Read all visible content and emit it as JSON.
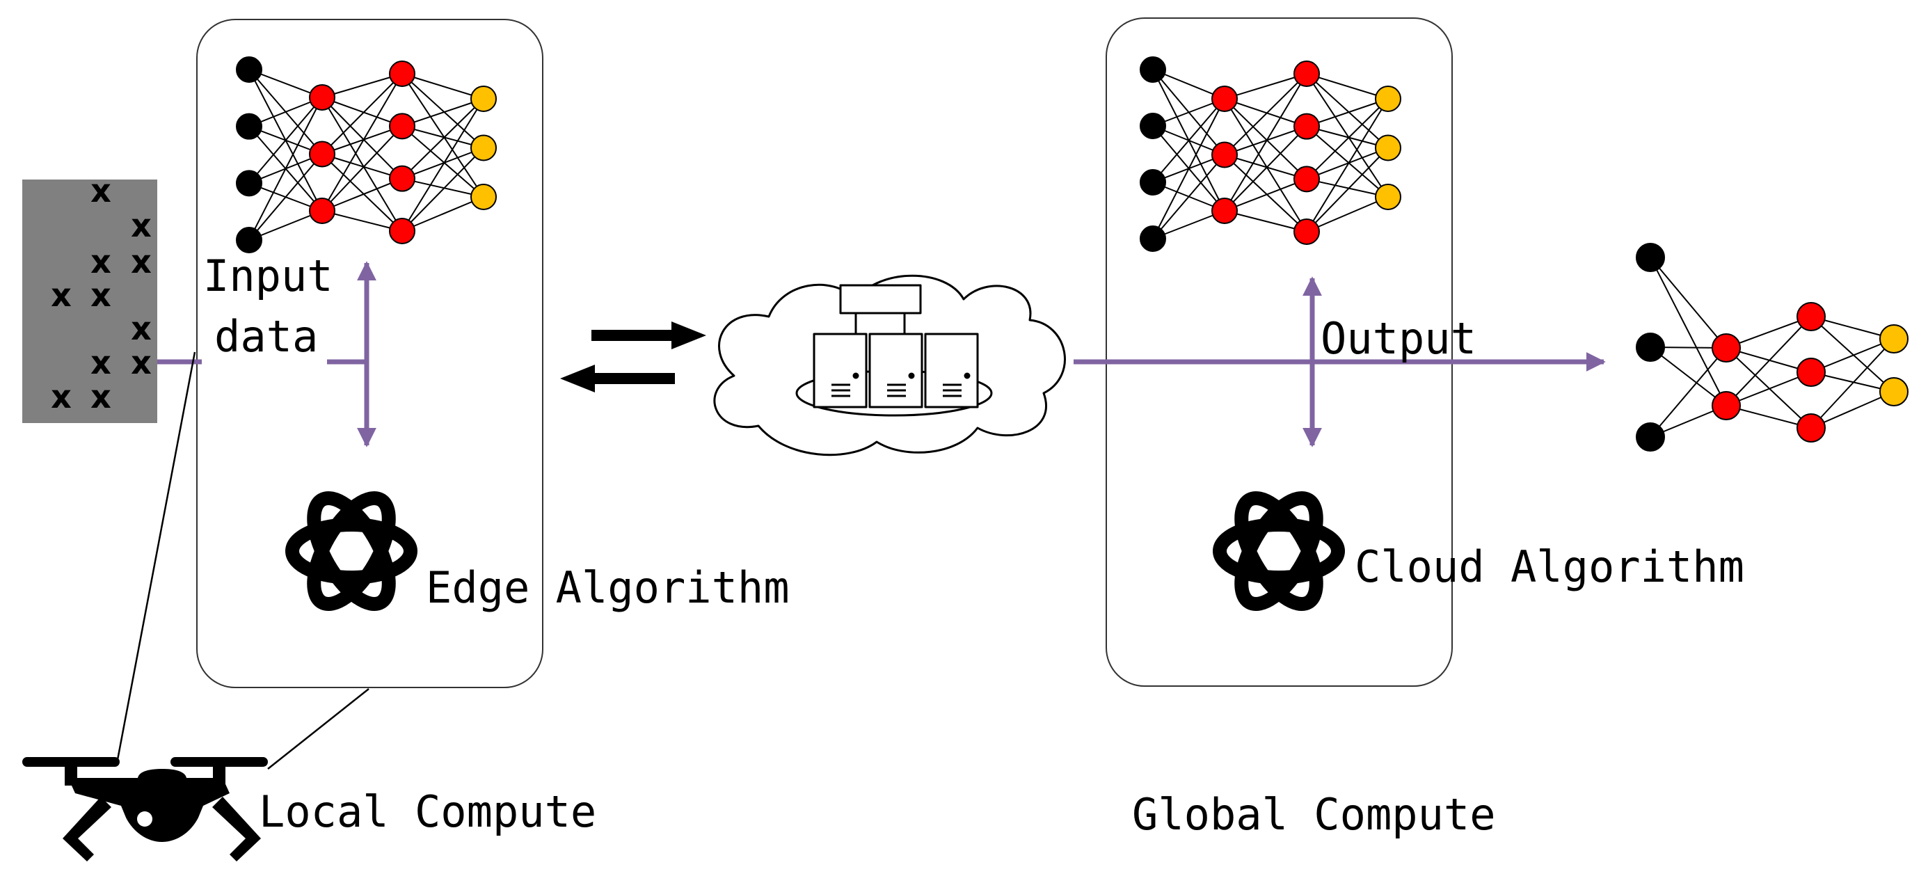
{
  "labels": {
    "input_line1": "Input",
    "input_line2": "data",
    "edge_algorithm": "Edge Algorithm",
    "cloud_algorithm": "Cloud Algorithm",
    "output": "Output",
    "local_compute": "Local Compute",
    "global_compute": "Global Compute"
  },
  "input_marker": "x",
  "colors": {
    "input_node": "#000000",
    "hidden_node": "#ff0000",
    "output_node": "#ffc000",
    "flow_arrow": "#8064a2",
    "data_panel": "#808080"
  },
  "networks": {
    "edge": [
      4,
      3,
      4,
      3
    ],
    "cloud": [
      4,
      3,
      4,
      3
    ],
    "output": [
      3,
      2,
      3,
      2
    ]
  },
  "icons": {
    "edge_algorithm": "atom-icon",
    "cloud_algorithm": "atom-icon",
    "cloud": "cloud-servers-icon",
    "drone": "drone-icon",
    "exchange": "bidirectional-arrows-icon"
  }
}
